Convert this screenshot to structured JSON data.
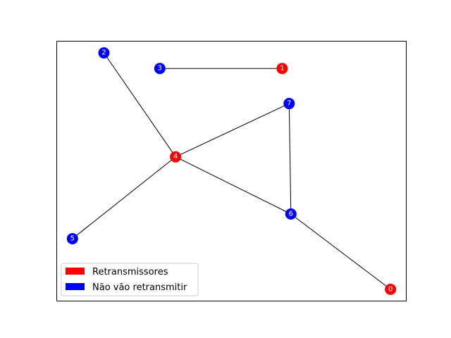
{
  "colors": {
    "retransmit": "#ff0000",
    "no_retransmit": "#0000ff",
    "edge": "#000000",
    "label": "#ffffff"
  },
  "chart_data": {
    "type": "network-graph",
    "nodes": [
      {
        "id": "0",
        "group": "retransmit",
        "x": 0.955,
        "y": 0.045
      },
      {
        "id": "1",
        "group": "retransmit",
        "x": 0.645,
        "y": 0.895
      },
      {
        "id": "2",
        "group": "no_retransmit",
        "x": 0.135,
        "y": 0.955
      },
      {
        "id": "3",
        "group": "no_retransmit",
        "x": 0.295,
        "y": 0.895
      },
      {
        "id": "4",
        "group": "retransmit",
        "x": 0.34,
        "y": 0.555
      },
      {
        "id": "5",
        "group": "no_retransmit",
        "x": 0.045,
        "y": 0.24
      },
      {
        "id": "6",
        "group": "no_retransmit",
        "x": 0.67,
        "y": 0.335
      },
      {
        "id": "7",
        "group": "no_retransmit",
        "x": 0.665,
        "y": 0.76
      }
    ],
    "edges": [
      [
        "3",
        "1"
      ],
      [
        "2",
        "4"
      ],
      [
        "4",
        "7"
      ],
      [
        "4",
        "5"
      ],
      [
        "4",
        "6"
      ],
      [
        "7",
        "6"
      ],
      [
        "6",
        "0"
      ]
    ],
    "legend": {
      "placement": "lower-left",
      "entries": [
        {
          "label": "Retransmissores",
          "group": "retransmit"
        },
        {
          "label": "Não vão retransmitir",
          "group": "no_retransmit"
        }
      ]
    }
  }
}
